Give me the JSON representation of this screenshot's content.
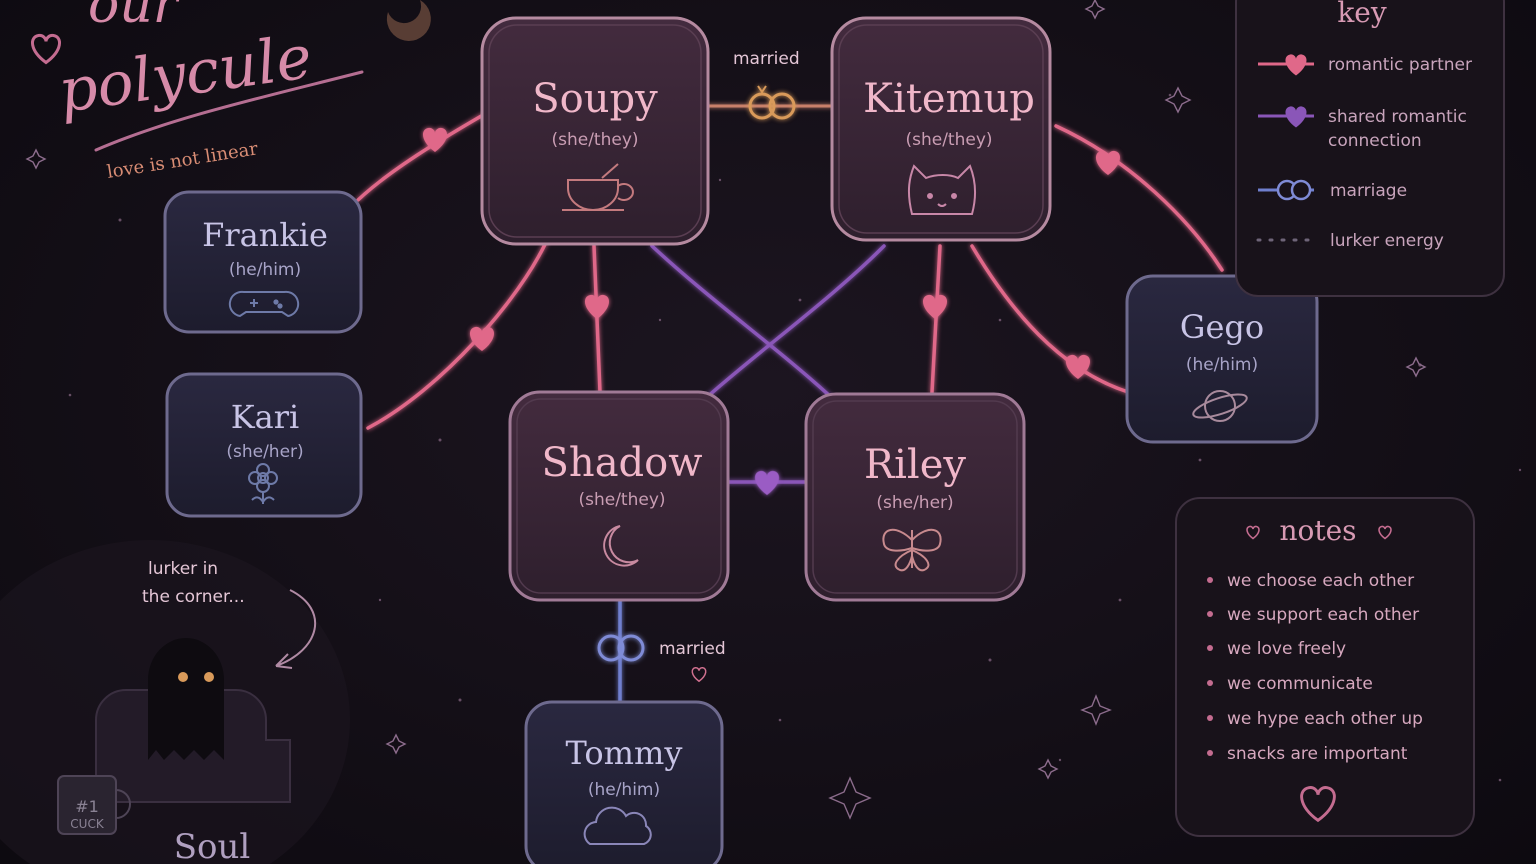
{
  "title": {
    "line1": "our",
    "line2": "polycule",
    "subtitle": "love is not linear"
  },
  "people": {
    "soupy": {
      "name": "Soupy",
      "pronouns": "(she/they)",
      "icon": "teacup-icon"
    },
    "kitemup": {
      "name": "Kitemup",
      "pronouns": "(she/they)",
      "icon": "cat-icon"
    },
    "frankie": {
      "name": "Frankie",
      "pronouns": "(he/him)",
      "icon": "gamepad-icon"
    },
    "kari": {
      "name": "Kari",
      "pronouns": "(she/her)",
      "icon": "flower-icon"
    },
    "shadow": {
      "name": "Shadow",
      "pronouns": "(she/they)",
      "icon": "moon-icon"
    },
    "riley": {
      "name": "Riley",
      "pronouns": "(she/her)",
      "icon": "butterfly-icon"
    },
    "gego": {
      "name": "Gego",
      "pronouns": "(he/him)",
      "icon": "planet-icon"
    },
    "tommy": {
      "name": "Tommy",
      "pronouns": "(he/him)",
      "icon": "cloud-icon"
    },
    "soul": {
      "name": "Soul",
      "icon": "ghost-icon"
    }
  },
  "labels": {
    "married_top": "married",
    "married_bottom": "married",
    "lurker_line1": "lurker in",
    "lurker_line2": "the corner...",
    "mug_line1": "#1",
    "mug_line2": "CUCK"
  },
  "key": {
    "title": "key",
    "items": [
      {
        "label": "romantic partner"
      },
      {
        "label_line1": "shared romantic",
        "label_line2": "connection"
      },
      {
        "label": "marriage"
      },
      {
        "label": "lurker energy"
      }
    ]
  },
  "notes": {
    "title": "notes",
    "items": [
      "we choose each other",
      "we support each other",
      "we love freely",
      "we communicate",
      "we hype each other up",
      "snacks are important"
    ]
  },
  "colors": {
    "romantic": "#e66a8f",
    "shared": "#8a56b8",
    "marriage": "#7f8bd6",
    "ring_gold": "#d99a5a",
    "pink_box": "#3a2637",
    "blue_box": "#252438"
  }
}
